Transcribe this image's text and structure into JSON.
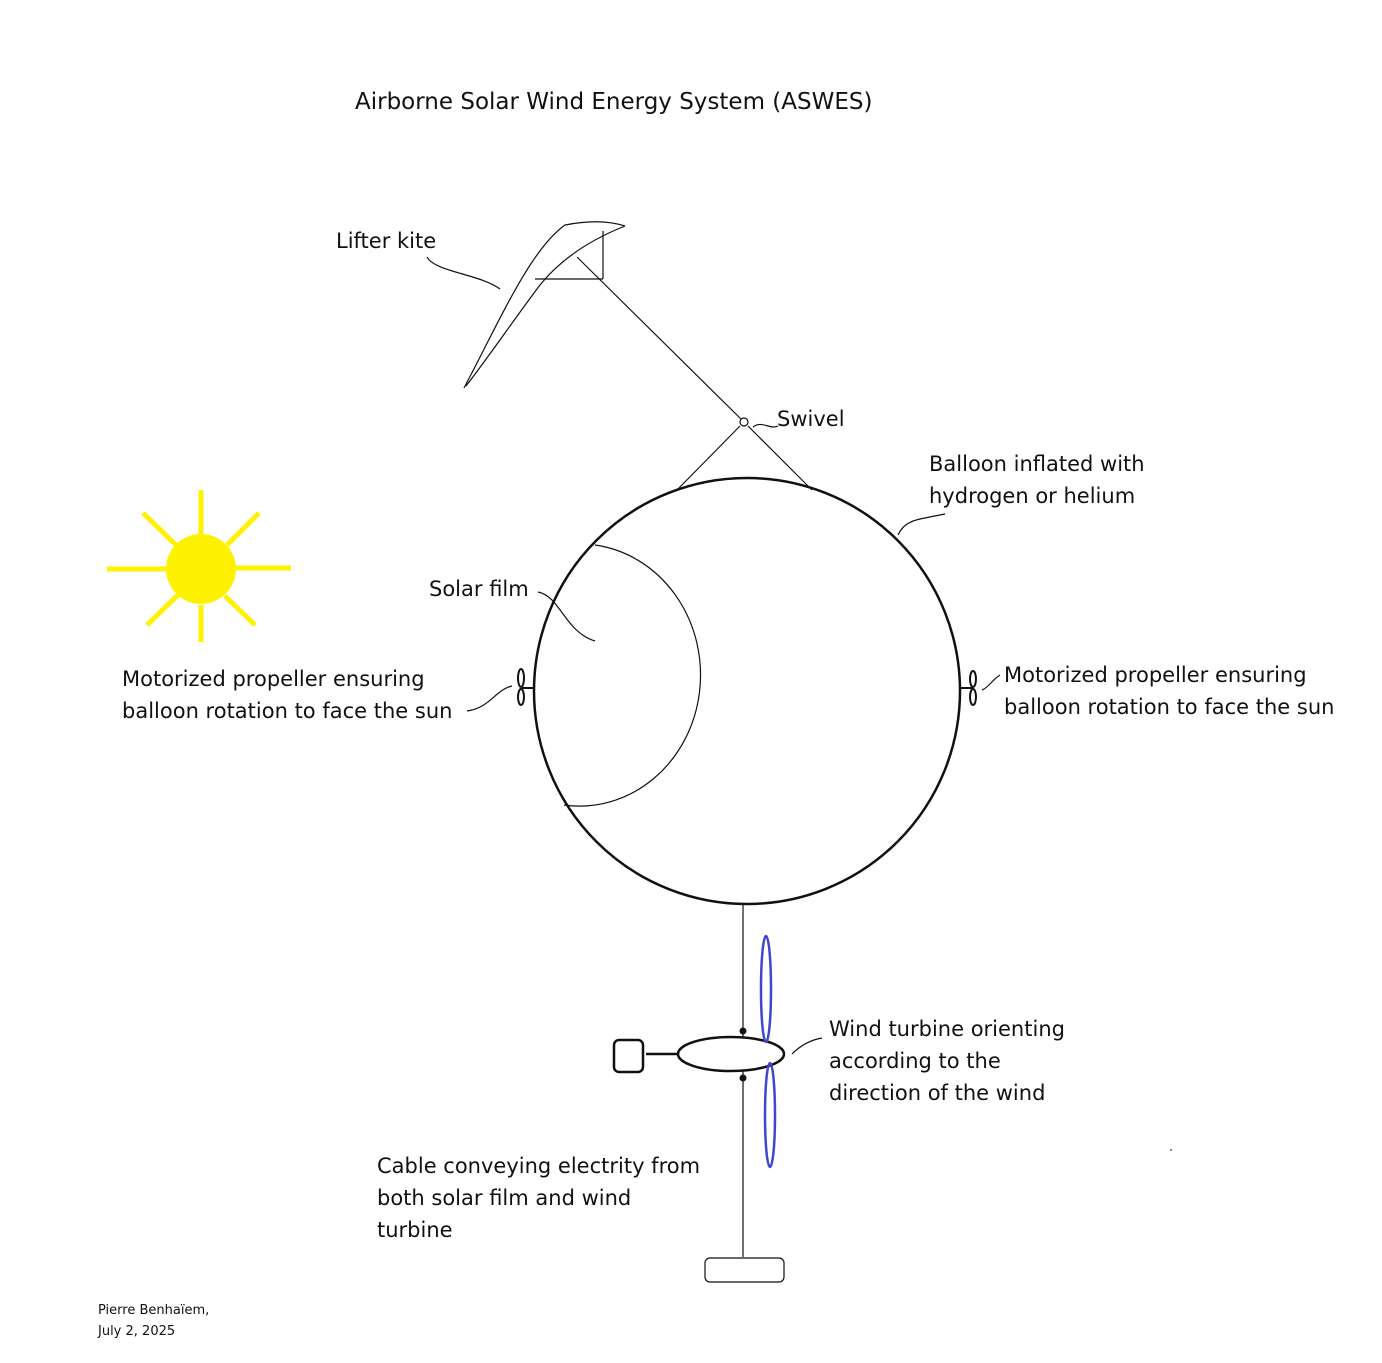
{
  "title": "Airborne Solar Wind Energy System (ASWES)",
  "labels": {
    "lifter_kite": "Lifter kite",
    "swivel": "Swivel",
    "balloon": [
      "Balloon inflated with",
      "hydrogen or helium"
    ],
    "solar_film": "Solar film",
    "propeller_left": [
      "Motorized propeller ensuring",
      "balloon rotation to face the sun"
    ],
    "propeller_right": [
      "Motorized propeller ensuring",
      "balloon rotation to face the sun"
    ],
    "wind_turbine": [
      "Wind turbine orienting",
      "according to the",
      "direction of the wind"
    ],
    "cable": [
      "Cable conveying electrity from",
      "both solar film and wind",
      "turbine"
    ]
  },
  "credit": {
    "author": "Pierre Benhaïem,",
    "date": "July 2, 2025"
  },
  "colors": {
    "sun": "#fff200",
    "turbine_blade": "#3f48cc",
    "line": "#111111"
  },
  "icons": {
    "sun": "sun-icon",
    "kite": "kite-icon",
    "balloon": "balloon-icon",
    "propeller": "propeller-icon",
    "turbine": "wind-turbine-icon",
    "ground_anchor": "ground-anchor-icon"
  }
}
